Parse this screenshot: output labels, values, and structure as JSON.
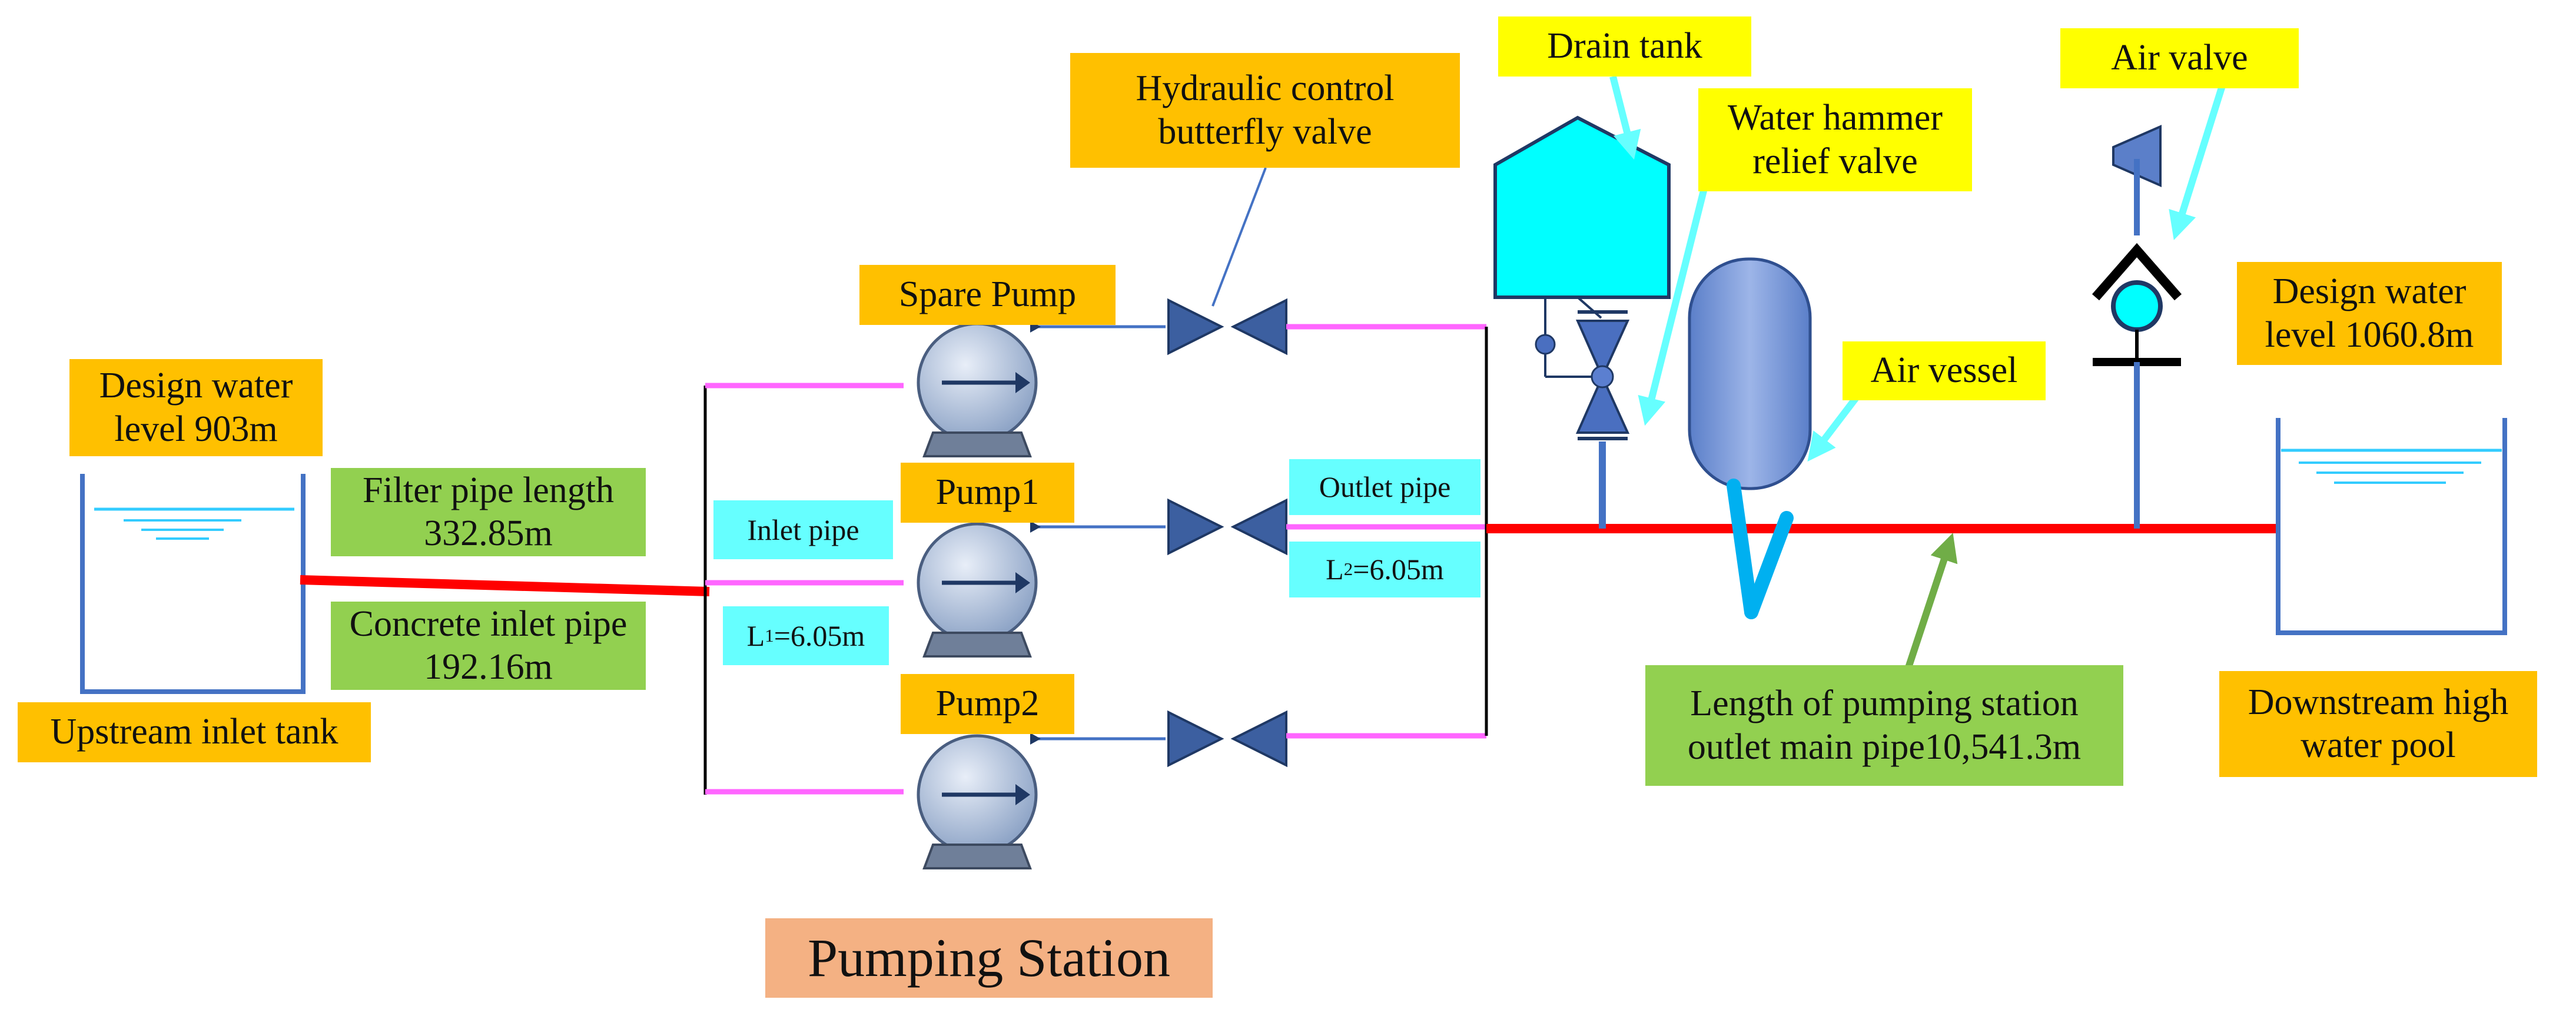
{
  "labels": {
    "upstream_level": "Design water level 903m",
    "upstream_tank": "Upstream inlet tank",
    "filter_pipe": "Filter pipe length 332.85m",
    "concrete_pipe": "Concrete inlet pipe 192.16m",
    "inlet_pipe": "Inlet pipe",
    "l1_letter": "L",
    "l1_sub": "1",
    "l1_value": "=6.05m",
    "spare_pump": "Spare Pump",
    "pump1": "Pump1",
    "pump2": "Pump2",
    "butterfly_valve": "Hydraulic control butterfly valve",
    "outlet_pipe": "Outlet pipe",
    "l2_letter": "L",
    "l2_sub": "2",
    "l2_value": "=6.05m",
    "drain_tank": "Drain tank",
    "hammer_valve": "Water hammer relief valve",
    "air_vessel": "Air vessel",
    "air_valve": "Air valve",
    "main_pipe": "Length of pumping station outlet main pipe10,541.3m",
    "downstream_level": "Design water level 1060.8m",
    "downstream_pool": "Downstream high water pool",
    "station": "Pumping Station"
  },
  "colors": {
    "main_pipe": "#ff0000",
    "branch_pipe": "#ff66ff",
    "water": "#33ccff",
    "tank_wall": "#4472c4",
    "pump_body": "#b4c7e7",
    "cyan_fill": "#00ffff",
    "vessel": "#7f9fdc",
    "pointer_cyan": "#66ffff",
    "pointer_green": "#70ad47"
  },
  "icons": [
    "pump-icon",
    "butterfly-valve-icon",
    "drain-tank-icon",
    "relief-valve-icon",
    "air-vessel-icon",
    "air-valve-icon"
  ]
}
